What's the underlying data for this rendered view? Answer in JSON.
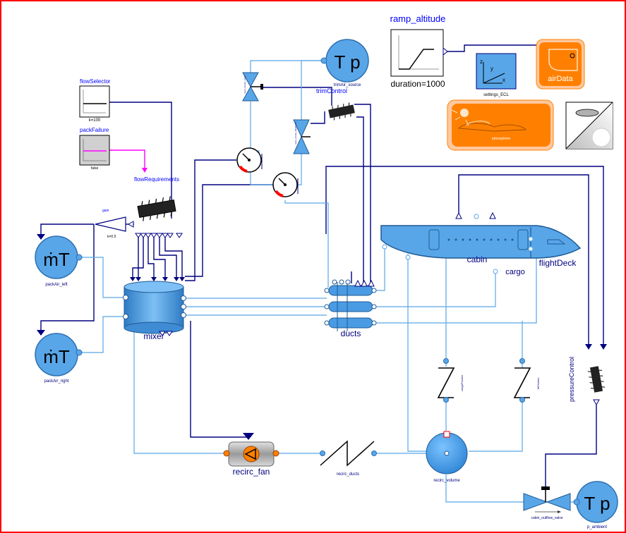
{
  "labels": {
    "ramp_altitude": "ramp_altitude",
    "ramp_duration": "duration=1000",
    "settings_ecl": "settings_ECL",
    "air_data": "airData",
    "atmosphere": "atmosphere",
    "flow_selector": "flowSelector",
    "flow_selector_k": "k=100",
    "pack_failure": "packFailure",
    "pack_failure_value": "false",
    "flow_requirements": "flowRequirements",
    "gain": "gain",
    "gain_k": "k=0.5",
    "pack_air_left": "packAir_left",
    "pack_air_right": "packAir_right",
    "mixer": "mixer",
    "ducts": "ducts",
    "cabin": "cabin",
    "cargo": "cargo",
    "flight_deck": "flightDeck",
    "recirc_fan": "recirc_fan",
    "recirc_ducts": "recirc_ducts",
    "recirc_volume": "recirc_volume",
    "cargo_friction": "cargoFriction",
    "fd_friction": "fdFriction",
    "pressure_control": "pressureControl",
    "cabin_outflow_valve": "cabin_outflow_valve",
    "p_ambient": "p_ambient",
    "trim_air_source": "trimAir_source",
    "trim_control": "trimControl",
    "trim_valve_upper": "valve_trimAir_cabin",
    "trim_valve_lower": "valve_trimAir_flightDeck"
  },
  "symbols": {
    "mdot_t": "ṁT",
    "t_p": "T p",
    "axis_x": "x",
    "axis_y": "y",
    "axis_z": "z"
  },
  "colors": {
    "frame": "#ff0000",
    "signal": "#000080",
    "fluid": "#58a6e8",
    "label": "#0000ff",
    "boolean": "#ff00ff",
    "orange": "#ff8000"
  }
}
